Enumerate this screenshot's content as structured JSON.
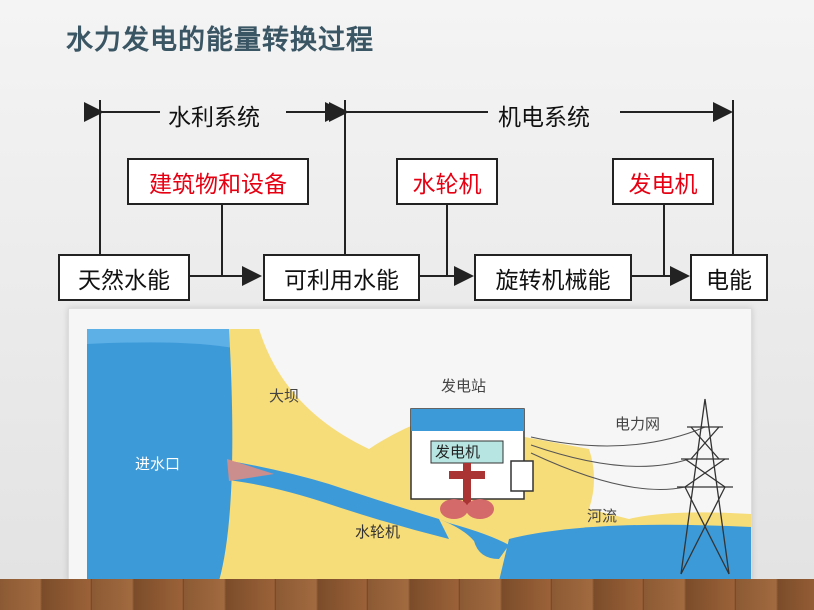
{
  "title": "水力发电的能量转换过程",
  "systems": {
    "water": "水利系统",
    "electromech": "机电系统"
  },
  "process": {
    "natural": "天然水能",
    "usable": "可利用水能",
    "mechanical": "旋转机械能",
    "electric": "电能"
  },
  "equipment": {
    "building": "建筑物和设备",
    "turbine": "水轮机",
    "generator": "发电机"
  },
  "illustration": {
    "dam": "大坝",
    "station": "发电站",
    "generator": "发电机",
    "grid": "电力网",
    "intake": "进水口",
    "river": "河流",
    "turbine": "水轮机"
  },
  "colors": {
    "equipment_text": "#e60012",
    "title": "#3a5563",
    "water": "#3d9ad8",
    "dam": "#f7dc7a"
  }
}
